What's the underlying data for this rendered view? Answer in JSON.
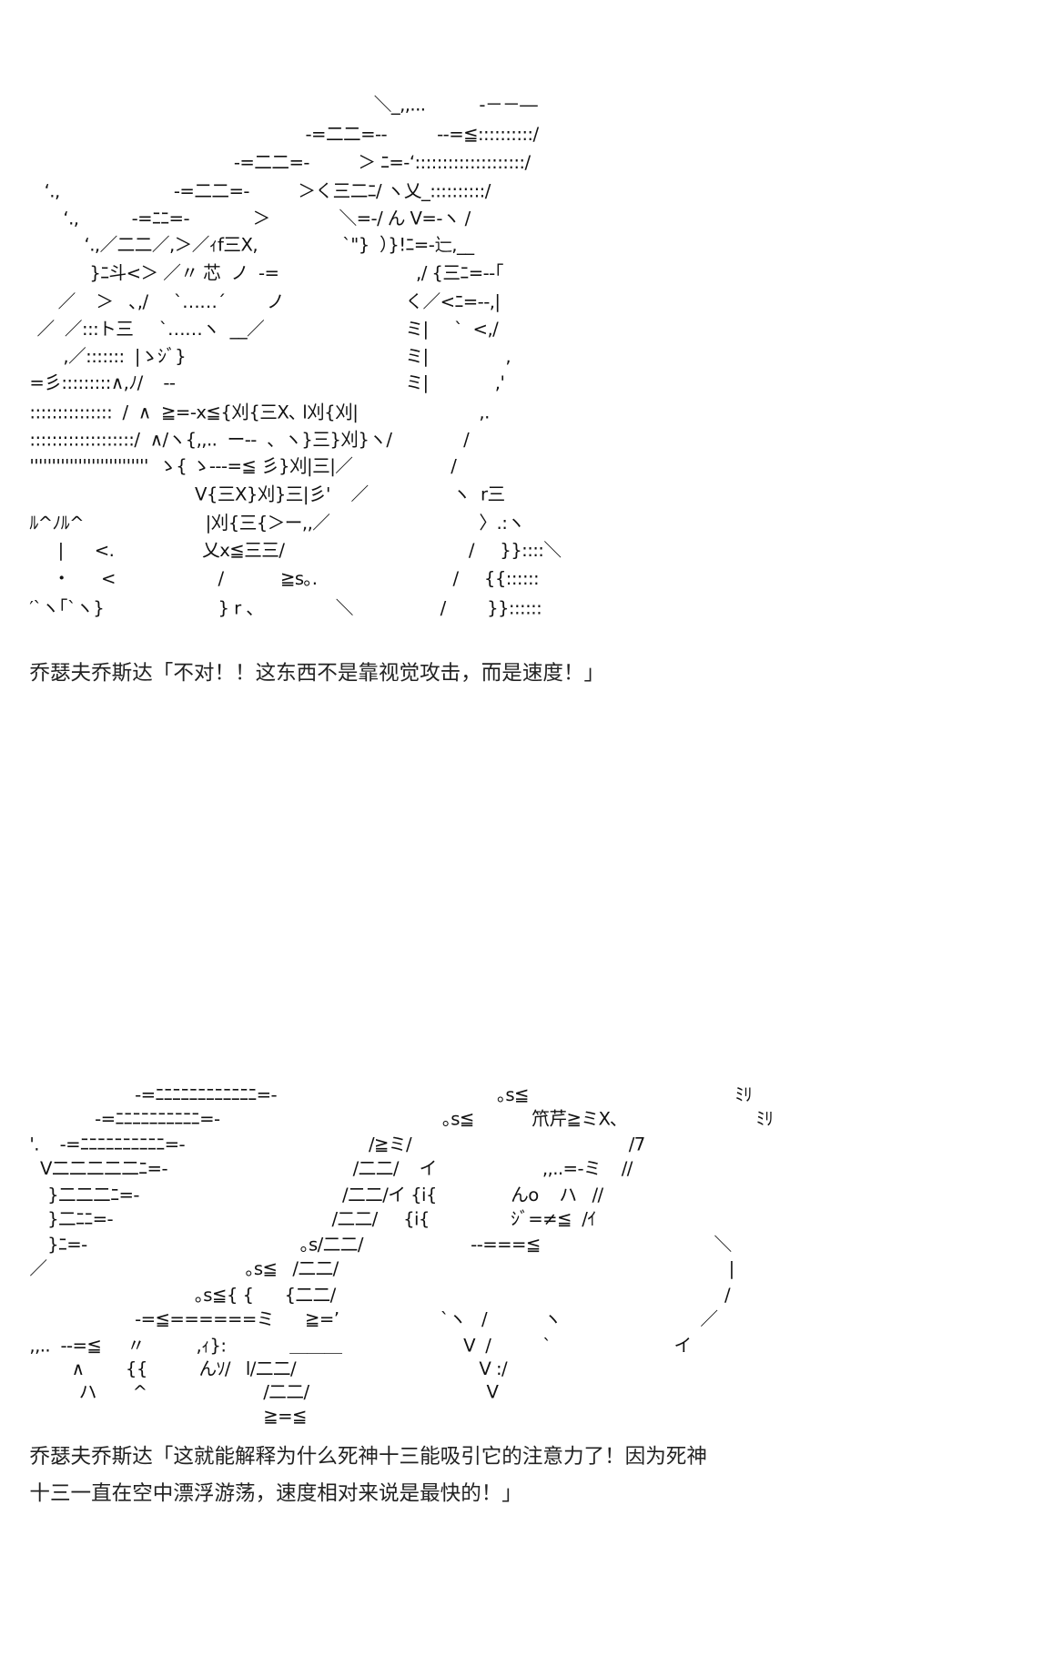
{
  "art1": [
    [
      "＼_,,...",
      "-－－―"
    ],
    [
      "-=二二=--",
      "--=≦::::::::::/"
    ],
    [
      "-=二二=-",
      "＞ ﾆ=-‘::::::::::::::::::::/"
    ],
    [
      "‘.,",
      "-=二二=-",
      "＞く三二ﾆ/ ヽ乂_::::::::::/"
    ],
    [
      "‘.,",
      "-=ﾆﾆ=-",
      "＞",
      "＼=-/ ん V=-ヽ /"
    ],
    [
      "‘.,／二二／,＞／ｨf三X,",
      "`\"}  ）}!ﾆ=-辷,__"
    ],
    [
      "}ﾆ斗<＞ ／〃 芯  ノ  -=",
      ",/ {三ﾆ=--｢"
    ],
    [
      "／    ＞   ､,/     `……´        ノ",
      "く／<ﾆ=--,|"
    ],
    [
      "／  ／:::ト三     `……ヽ  __／",
      "ミ|     `  <,/"
    ],
    [
      ",／:::::::  |ゝｼﾞ}",
      "ミ|",
      ","
    ],
    [
      "=彡:::::::::∧,ﾉ/    --",
      "ミ|",
      ",'"
    ],
    [
      ":::::::::::::::  /  ∧  ≧=-x≦{刈{三X､ l刈{刈|",
      ",."
    ],
    [
      ":::::::::::::::::::/  ∧/ヽ{,,..  ー--  、ヽ}三}刈}ヽ/",
      "/"
    ],
    [
      "'''''''''''''''''''''''''''  ゝ{ ゝ---=≦ 彡}刈|三|／",
      "/"
    ],
    [
      "V{三X}刈}三|彡'    ／",
      "ヽ  r三"
    ],
    [
      "ﾙ^ﾉﾙ^",
      "|刈{三{＞ー,,／",
      "〉.:ヽ"
    ],
    [
      "|      <.",
      "乂x≦三三/",
      "/     }}::::＼"
    ],
    [
      "・      <",
      "/           ≧s｡.",
      "/     {{::::::"
    ],
    [
      "′`ヽ｢`ヽ}",
      "} r 、              ＼",
      "/        }}::::::"
    ]
  ],
  "caption1": "乔瑟夫乔斯达「不对！！这东西不是靠视觉攻击，而是速度！」",
  "art2": [
    [
      "-=ﾆﾆﾆﾆﾆﾆﾆﾆﾆﾆﾆﾆ=-",
      "｡s≦",
      "ﾐﾘ"
    ],
    [
      "-=ﾆﾆﾆﾆﾆﾆﾆﾆﾆﾆ=-",
      "｡s≦",
      "笊芹≧ミX､",
      "ﾐﾘ"
    ],
    [
      "'.    -=ﾆﾆﾆﾆﾆﾆﾆﾆﾆﾆ=-",
      "/≧ミ/",
      "/7"
    ],
    [
      "V二二二二二ﾆ=-",
      "/二二/    イ",
      ",,..=-ミ    //"
    ],
    [
      "}二二二ﾆ=-",
      "/二二/イ {i{",
      "んo    ハ   //"
    ],
    [
      "}二ﾆﾆ=-",
      "/二二/     {i{",
      "ｼﾞ=≠≦  /ｲ"
    ],
    [
      "}ﾆ=-",
      "｡s/二二/",
      "--===≦",
      "＼"
    ],
    [
      "／",
      "｡s≦   /二二/",
      "|"
    ],
    [
      "｡s≦{ {      {二二/",
      "/"
    ],
    [
      "-=≦======ミ      ≧=’",
      "`ヽ   /           ヽ",
      "／"
    ],
    [
      ",,..  --=≦     〃          ,ｨ}:",
      "＿＿＿",
      "V  /          `",
      "イ"
    ],
    [
      "∧        {{          んｿ/   l/二二/",
      "V :/"
    ],
    [
      "ハ       ^",
      "/二二/",
      "V"
    ],
    [
      "≧=≦"
    ]
  ],
  "caption2": [
    "乔瑟夫乔斯达「这就能解释为什么死神十三能吸引它的注意力了！因为死神",
    "十三一直在空中漂浮游荡，速度相对来说是最快的！」"
  ]
}
